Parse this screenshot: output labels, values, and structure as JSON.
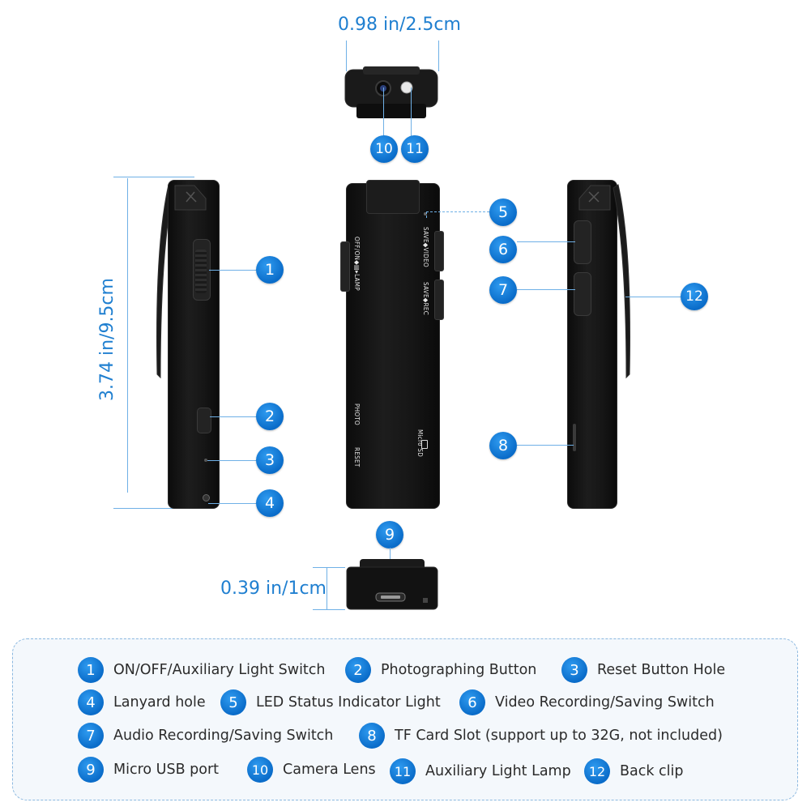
{
  "dimensions": {
    "width": "0.98 in/2.5cm",
    "height": "3.74 in/9.5cm",
    "depth": "0.39 in/1cm"
  },
  "device_labels": {
    "power_switch": "OFF/ON◆▤▸LAMP",
    "save_video": "SAVE◆VIDEO",
    "save_rec": "SAVE◆REC",
    "photo": "PHOTO",
    "reset": "RESET",
    "micro_sd": "Micro SD"
  },
  "callouts": [
    "1",
    "2",
    "3",
    "4",
    "5",
    "6",
    "7",
    "8",
    "9",
    "10",
    "11",
    "12"
  ],
  "legend": [
    {
      "num": "1",
      "text": "ON/OFF/Auxiliary Light Switch"
    },
    {
      "num": "2",
      "text": "Photographing Button"
    },
    {
      "num": "3",
      "text": "Reset Button Hole"
    },
    {
      "num": "4",
      "text": "Lanyard hole"
    },
    {
      "num": "5",
      "text": "LED Status Indicator Light"
    },
    {
      "num": "6",
      "text": "Video Recording/Saving Switch"
    },
    {
      "num": "7",
      "text": "Audio Recording/Saving  Switch"
    },
    {
      "num": "8",
      "text": "TF Card Slot (support up to 32G, not included)"
    },
    {
      "num": "9",
      "text": "Micro USB port"
    },
    {
      "num": "10",
      "text": "Camera Lens"
    },
    {
      "num": "11",
      "text": "Auxiliary Light Lamp"
    },
    {
      "num": "12",
      "text": "Back clip"
    }
  ],
  "colors": {
    "accent": "#1f7fd0",
    "badge": "#0a6cc9",
    "device": "#141414"
  }
}
